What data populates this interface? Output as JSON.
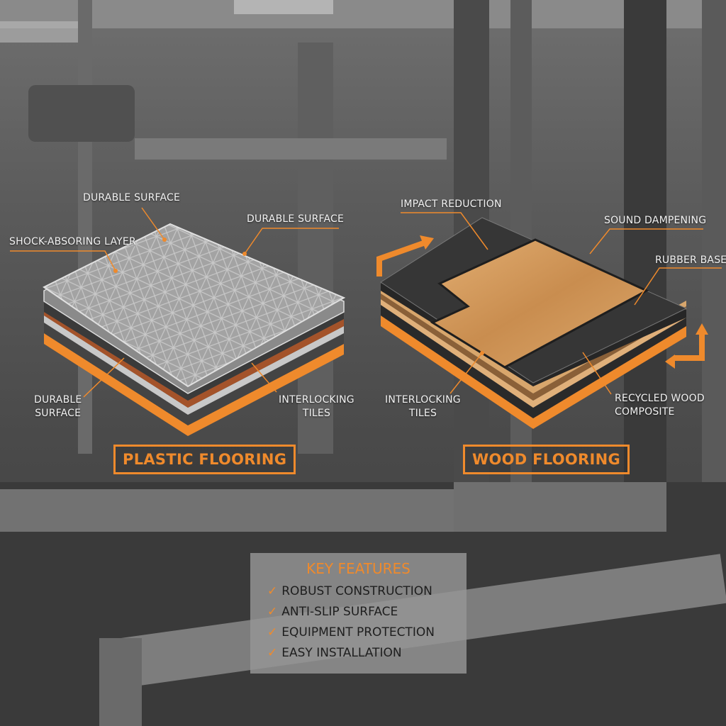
{
  "plastic": {
    "title": "PLASTIC FLOORING",
    "labels": {
      "top_surface": "DURABLE SURFACE",
      "right_surface": "DURABLE SURFACE",
      "shock": "SHOCK-ABSORING LAYER",
      "bottom_surface_1": "DURABLE",
      "bottom_surface_2": "SURFACE",
      "interlock_1": "INTERLOCKING",
      "interlock_2": "TILES"
    }
  },
  "wood": {
    "title": "WOOD FLOORING",
    "labels": {
      "impact": "IMPACT REDUCTION",
      "sound": "SOUND DAMPENING",
      "rubber": "RUBBER BASE",
      "interlock_1": "INTERLOCKING",
      "interlock_2": "TILES",
      "recycled_1": "RECYCLED WOOD",
      "recycled_2": "COMPOSITE"
    }
  },
  "features": {
    "title": "KEY FEATURES",
    "items": [
      "ROBUST CONSTRUCTION",
      "ANTI-SLIP SURFACE",
      "EQUIPMENT PROTECTION",
      "EASY INSTALLATION"
    ],
    "check_icon": "✓"
  },
  "colors": {
    "accent": "#ef8a2c",
    "rubber": "#2e2e2e",
    "wood": "#d49a5c",
    "plastic": "#9a9a9a"
  }
}
